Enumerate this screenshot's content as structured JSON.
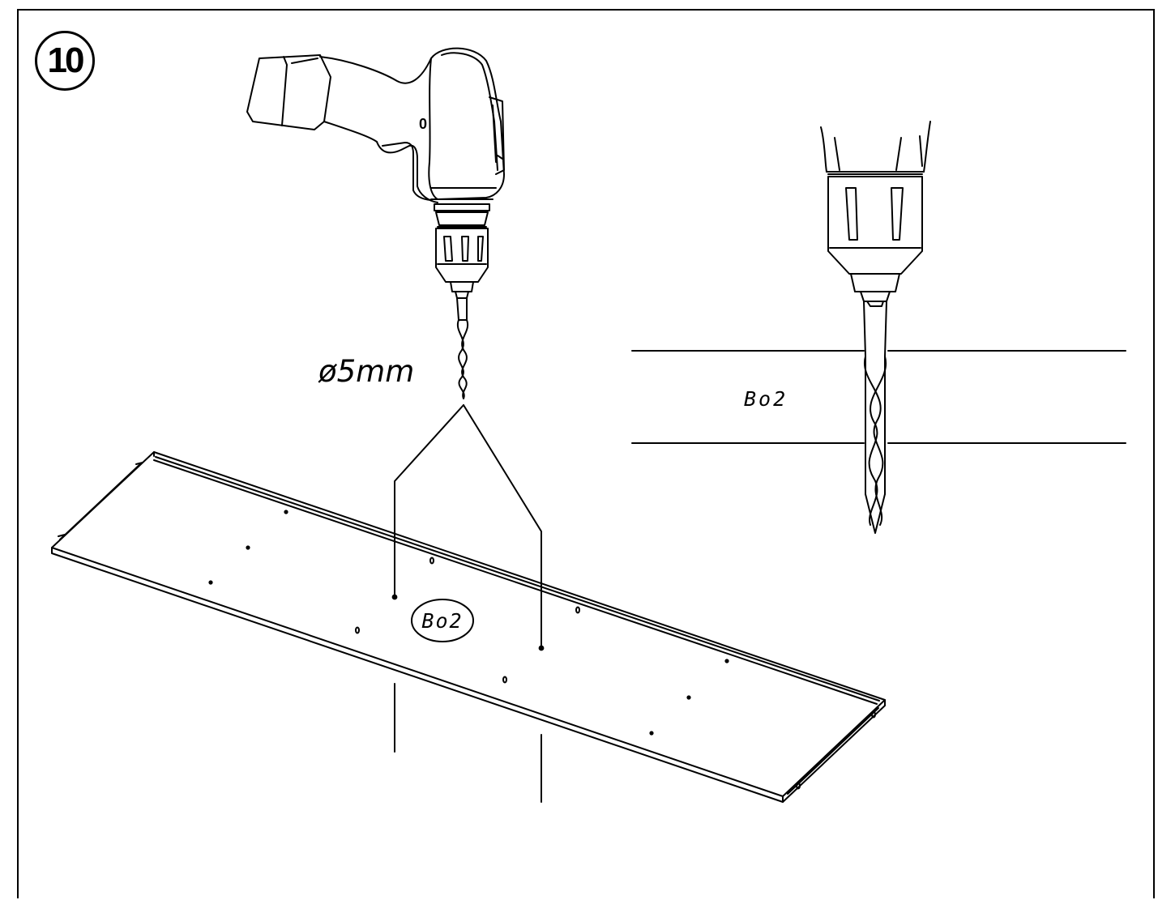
{
  "step": {
    "number": "10"
  },
  "drill": {
    "switch_mark": "0",
    "bit_diameter_label": "ø5mm"
  },
  "detail": {
    "part_label": "Bo2"
  },
  "board": {
    "part_label": "Bo2"
  },
  "icons": [
    "drill-icon",
    "drill-chuck-detail-icon",
    "drill-bit-icon",
    "panel-board-icon"
  ],
  "colors": {
    "line": "#000000",
    "background": "#ffffff"
  }
}
